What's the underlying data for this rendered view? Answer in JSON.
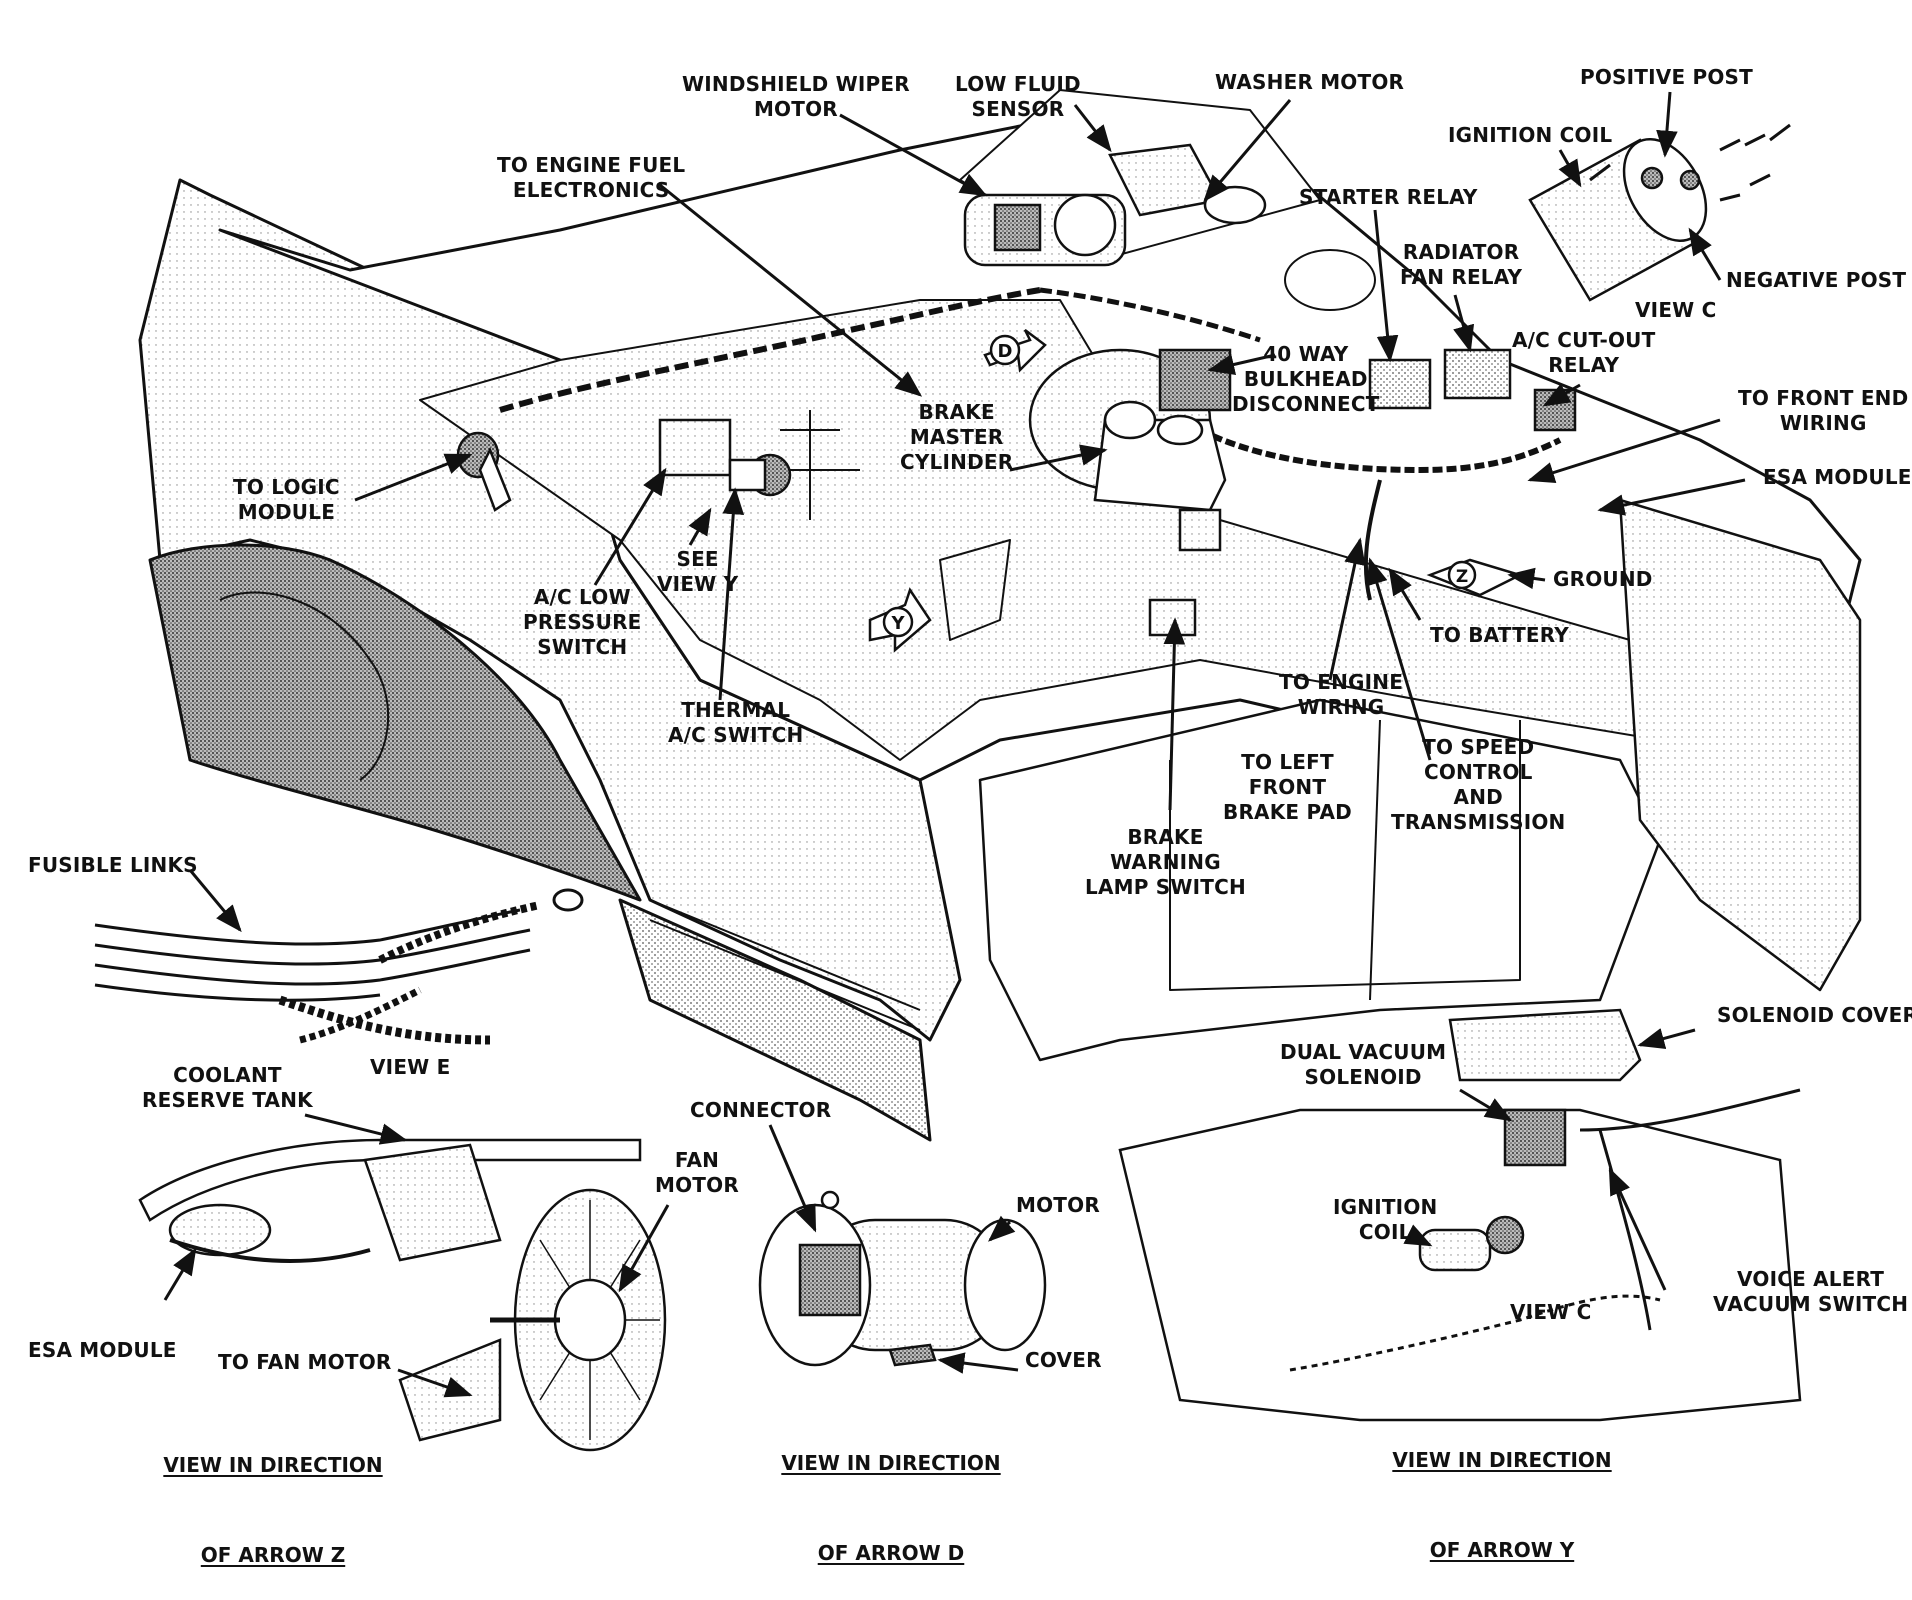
{
  "labels": {
    "windshield_wiper_motor": "WINDSHIELD WIPER\nMOTOR",
    "low_fluid_sensor": "LOW FLUID\nSENSOR",
    "washer_motor": "WASHER MOTOR",
    "positive_post": "POSITIVE POST",
    "ignition_coil_top": "IGNITION COIL",
    "negative_post": "NEGATIVE POST",
    "view_c_top": "VIEW C",
    "to_engine_fuel_electronics": "TO ENGINE FUEL\nELECTRONICS",
    "starter_relay": "STARTER RELAY",
    "radiator_fan_relay": "RADIATOR\nFAN RELAY",
    "ac_cutout_relay": "A/C CUT-OUT\nRELAY",
    "forty_way_bulkhead": "40 WAY\nBULKHEAD\nDISCONNECT",
    "to_front_end_wiring": "TO FRONT END\nWIRING",
    "esa_module_top": "ESA MODULE",
    "brake_master_cylinder": "BRAKE\nMASTER\nCYLINDER",
    "to_logic_module": "TO LOGIC\nMODULE",
    "see_view_y": "SEE\nVIEW Y",
    "ac_low_pressure_switch": "A/C LOW\nPRESSURE\nSWITCH",
    "ground": "GROUND",
    "to_battery": "TO BATTERY",
    "to_engine_wiring": "TO ENGINE\nWIRING",
    "thermal_ac_switch": "THERMAL\nA/C SWITCH",
    "to_left_front_brake_pad": "TO LEFT\nFRONT\nBRAKE PAD",
    "to_speed_control": "TO SPEED\nCONTROL\nAND\nTRANSMISSION",
    "brake_warning_lamp_switch": "BRAKE\nWARNING\nLAMP SWITCH",
    "fusible_links": "FUSIBLE LINKS",
    "view_e": "VIEW E",
    "coolant_reserve_tank": "COOLANT\nRESERVE TANK",
    "fan_motor": "FAN\nMOTOR",
    "esa_module_bottom": "ESA MODULE",
    "to_fan_motor": "TO FAN MOTOR",
    "connector": "CONNECTOR",
    "motor": "MOTOR",
    "cover": "COVER",
    "solenoid_cover": "SOLENOID COVER",
    "dual_vacuum_solenoid": "DUAL VACUUM\nSOLENOID",
    "ignition_coil_bottom": "IGNITION\nCOIL",
    "voice_alert_vacuum_switch": "VOICE ALERT\nVACUUM SWITCH",
    "view_c_bottom": "VIEW C"
  },
  "arrow_markers": {
    "d": "D",
    "y": "Y",
    "z": "Z"
  },
  "captions": {
    "arrow_z": [
      "VIEW IN DIRECTION",
      "OF ARROW Z"
    ],
    "arrow_d": [
      "VIEW IN DIRECTION",
      "OF ARROW D"
    ],
    "arrow_y": [
      "VIEW IN DIRECTION",
      "OF ARROW Y"
    ]
  }
}
